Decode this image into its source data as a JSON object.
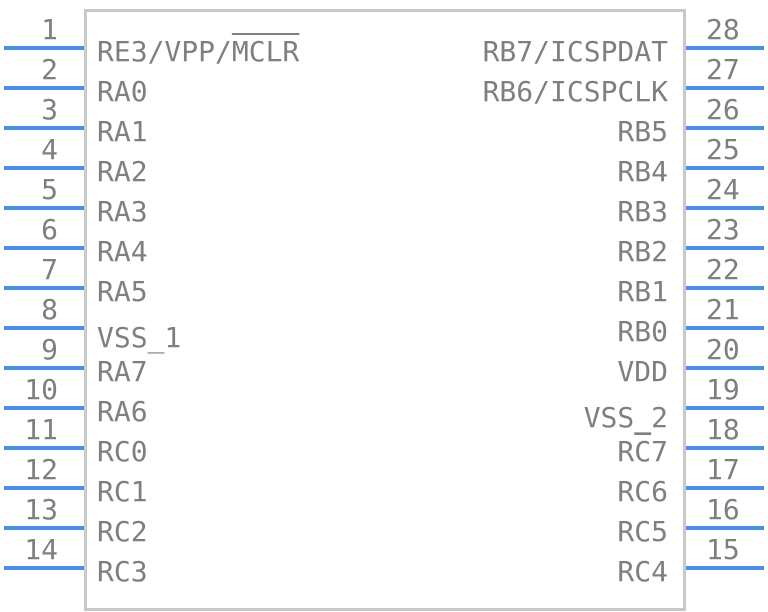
{
  "left_pins": [
    {
      "num": "1",
      "label_pre": "RE3/VPP/",
      "label_over": "MCLR",
      "label_post": ""
    },
    {
      "num": "2",
      "label_pre": "RA0",
      "label_over": "",
      "label_post": ""
    },
    {
      "num": "3",
      "label_pre": "RA1",
      "label_over": "",
      "label_post": ""
    },
    {
      "num": "4",
      "label_pre": "RA2",
      "label_over": "",
      "label_post": ""
    },
    {
      "num": "5",
      "label_pre": "RA3",
      "label_over": "",
      "label_post": ""
    },
    {
      "num": "6",
      "label_pre": "RA4",
      "label_over": "",
      "label_post": ""
    },
    {
      "num": "7",
      "label_pre": "RA5",
      "label_over": "",
      "label_post": ""
    },
    {
      "num": "8",
      "label_pre": "VSS_1",
      "label_over": "",
      "label_post": ""
    },
    {
      "num": "9",
      "label_pre": "RA7",
      "label_over": "",
      "label_post": ""
    },
    {
      "num": "10",
      "label_pre": "RA6",
      "label_over": "",
      "label_post": ""
    },
    {
      "num": "11",
      "label_pre": "RC0",
      "label_over": "",
      "label_post": ""
    },
    {
      "num": "12",
      "label_pre": "RC1",
      "label_over": "",
      "label_post": ""
    },
    {
      "num": "13",
      "label_pre": "RC2",
      "label_over": "",
      "label_post": ""
    },
    {
      "num": "14",
      "label_pre": "RC3",
      "label_over": "",
      "label_post": ""
    }
  ],
  "right_pins": [
    {
      "num": "28",
      "label_pre": "RB7/ICSPDAT",
      "label_over": "",
      "label_post": ""
    },
    {
      "num": "27",
      "label_pre": "RB6/ICSPCLK",
      "label_over": "",
      "label_post": ""
    },
    {
      "num": "26",
      "label_pre": "RB5",
      "label_over": "",
      "label_post": ""
    },
    {
      "num": "25",
      "label_pre": "RB4",
      "label_over": "",
      "label_post": ""
    },
    {
      "num": "24",
      "label_pre": "RB3",
      "label_over": "",
      "label_post": ""
    },
    {
      "num": "23",
      "label_pre": "RB2",
      "label_over": "",
      "label_post": ""
    },
    {
      "num": "22",
      "label_pre": "RB1",
      "label_over": "",
      "label_post": ""
    },
    {
      "num": "21",
      "label_pre": "RB0",
      "label_over": "",
      "label_post": ""
    },
    {
      "num": "20",
      "label_pre": "VDD",
      "label_over": "",
      "label_post": ""
    },
    {
      "num": "19",
      "label_pre": "VSS_2",
      "label_over": "",
      "label_post": ""
    },
    {
      "num": "18",
      "label_pre": "R",
      "label_over": "C",
      "label_post": "7"
    },
    {
      "num": "17",
      "label_pre": "RC6",
      "label_over": "",
      "label_post": ""
    },
    {
      "num": "16",
      "label_pre": "RC5",
      "label_over": "",
      "label_post": ""
    },
    {
      "num": "15",
      "label_pre": "RC4",
      "label_over": "",
      "label_post": ""
    }
  ],
  "colors": {
    "pin": "#4a8ee8",
    "outline": "#c8c8c8",
    "text": "#7f7f7f"
  }
}
